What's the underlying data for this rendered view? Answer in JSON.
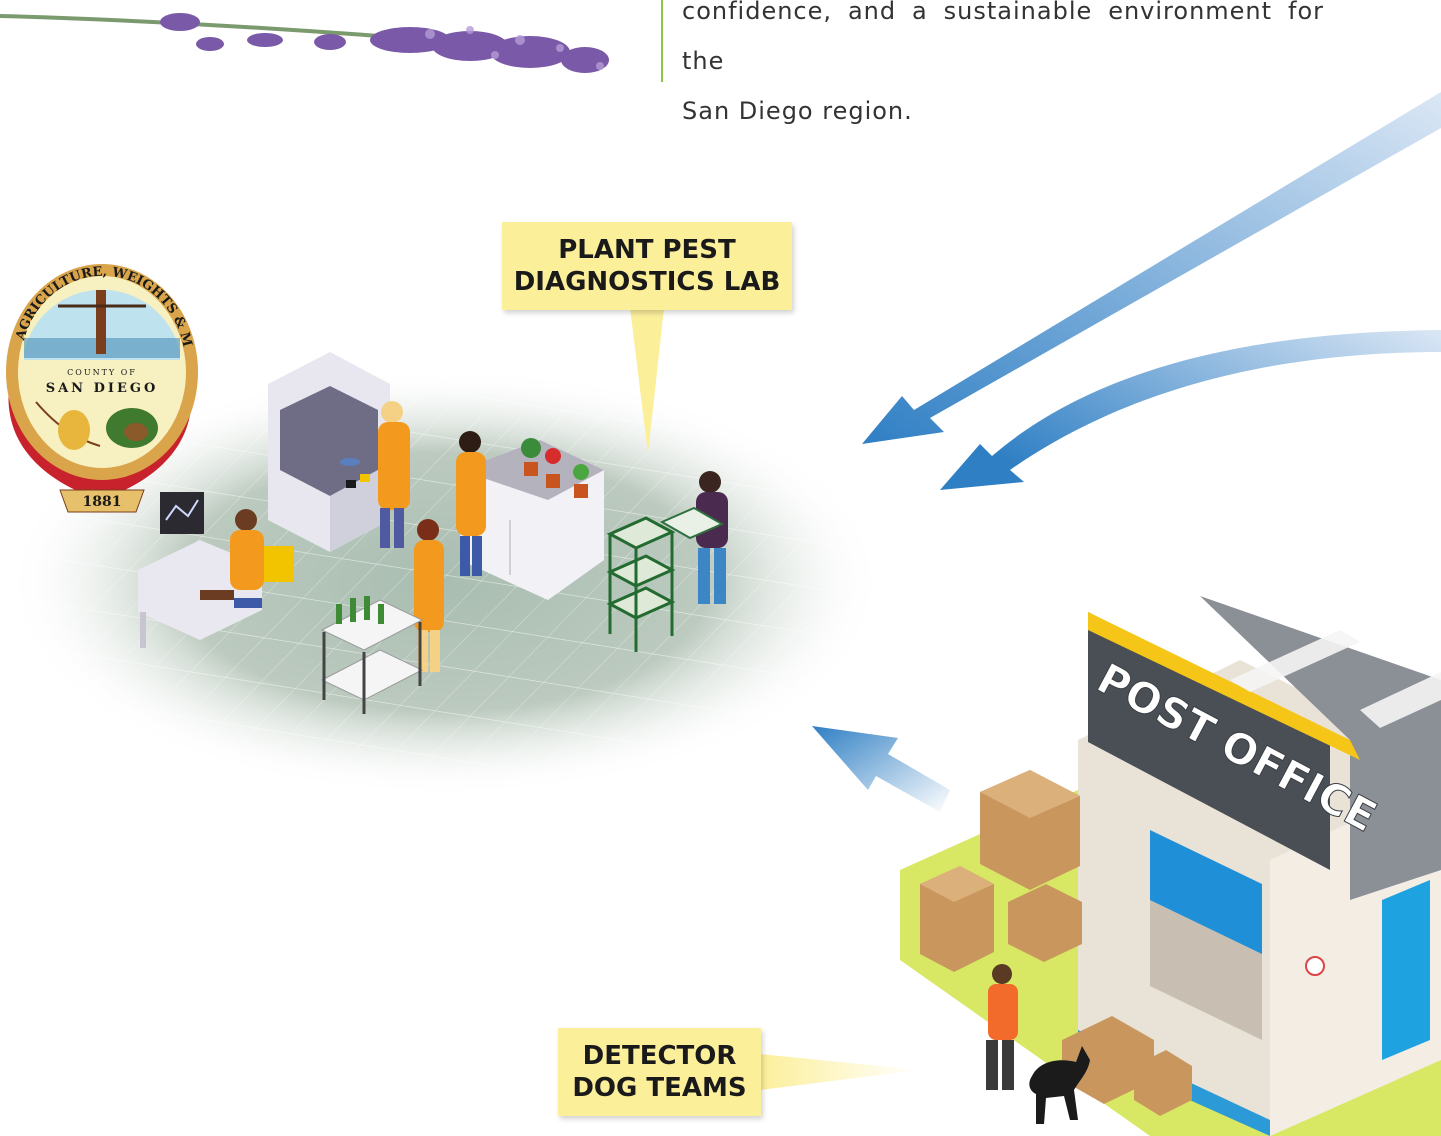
{
  "intro": {
    "line1": "confidence, and a sustainable environment for the",
    "line2": "San Diego region."
  },
  "callouts": {
    "lab": [
      "PLANT PEST",
      "DIAGNOSTICS LAB"
    ],
    "dogs": [
      "DETECTOR",
      "DOG TEAMS"
    ]
  },
  "seal": {
    "top_text": "AGRICULTURE, WEIGHTS & MEASURES",
    "county_of": "COUNTY OF",
    "county_name": "SAN DIEGO",
    "year": "1881"
  },
  "building": {
    "sign": "POST OFFICE"
  },
  "colors": {
    "callout_bg": "#fcef9a",
    "arrow_blue": "#2f7fc4",
    "accent_green": "#8dc63f",
    "lab_coat": "#f39a1e",
    "floor": "#b9c9bf"
  }
}
